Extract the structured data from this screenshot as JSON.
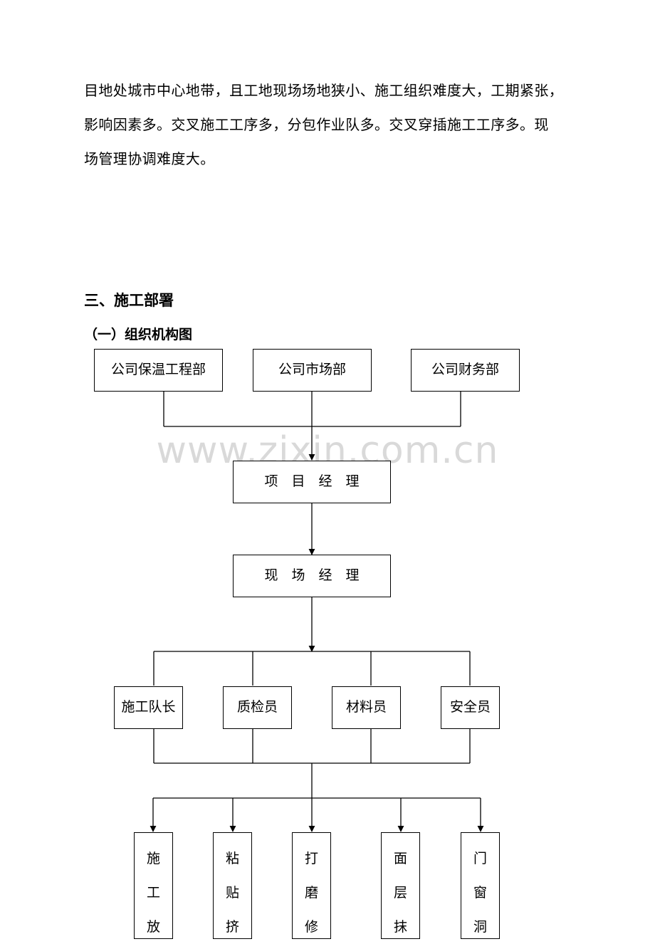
{
  "paragraph": {
    "line1": "目地处城市中心地带，且工地现场场地狭小、施工组织难度大，工期紧张，",
    "line2": "影响因素多。交叉施工工序多，分包作业队多。交叉穿插施工工序多。现",
    "line3": "场管理协调难度大。"
  },
  "section_title": "三、施工部署",
  "subsection_title": "（一）组织机构图",
  "watermark": "www.zixin.com.cn",
  "org_chart": {
    "top_departments": [
      "公司保温工程部",
      "公司市场部",
      "公司财务部"
    ],
    "project_manager": "项　目　经　理",
    "site_manager": "现　场　经　理",
    "staff": [
      "施工队长",
      "质检员",
      "材料员",
      "安全员"
    ],
    "teams": [
      [
        "施",
        "工",
        "放"
      ],
      [
        "粘",
        "贴",
        "挤"
      ],
      [
        "打",
        "磨",
        "修"
      ],
      [
        "面",
        "层",
        "抹"
      ],
      [
        "门",
        "窗",
        "洞"
      ]
    ]
  }
}
